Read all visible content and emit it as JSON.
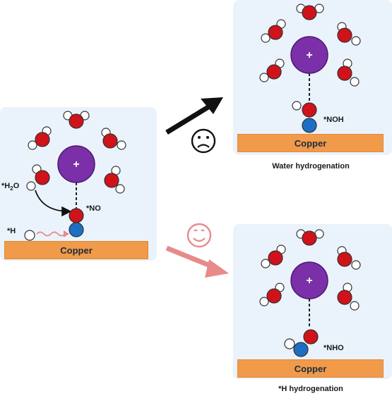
{
  "substrate": {
    "label": "Copper"
  },
  "left_panel": {
    "adsorbate_label": "*NO",
    "water_label_prefix": "*H",
    "water_label_sub": "2",
    "water_label_suffix": "O",
    "hydrogen_label": "*H"
  },
  "top_panel": {
    "adsorbate_label": "*NOH",
    "caption": "Water hydrogenation",
    "mood": "sad-face"
  },
  "bottom_panel": {
    "adsorbate_label": "*NHO",
    "caption": "*H hydrogenation",
    "mood": "happy-face"
  },
  "cation_symbol": "+",
  "colors": {
    "panel_bg": "#eaf3fb",
    "copper": "#f09a4a",
    "oxygen": "#d0121a",
    "nitrogen": "#1d6fc4",
    "hydrogen": "#ffffff",
    "cation": "#7b2fa8",
    "unfavorable_arrow": "#111111",
    "favorable_arrow": "#e88a8a"
  }
}
